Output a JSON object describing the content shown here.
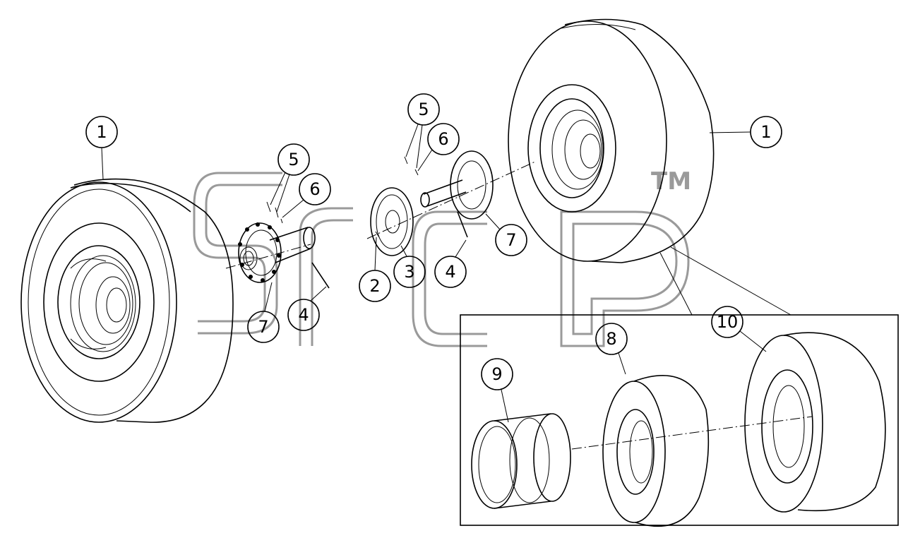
{
  "watermark": {
    "text": "SRCP",
    "trademark": "TM"
  },
  "callouts": {
    "left_tire": "1",
    "right_tire": "1",
    "washer_center": "2",
    "sprocket": "3",
    "bolt_left": "4",
    "bolt_center": "4",
    "screw_left": "5",
    "screw_center": "5",
    "nut_left": "6",
    "nut_center": "6",
    "hub_left": "7",
    "hub_center": "7",
    "tube": "8",
    "rim": "9",
    "tire_detail": "10"
  },
  "colors": {
    "lines": "#000000",
    "watermark": "#9a9a9a",
    "background": "#ffffff"
  }
}
